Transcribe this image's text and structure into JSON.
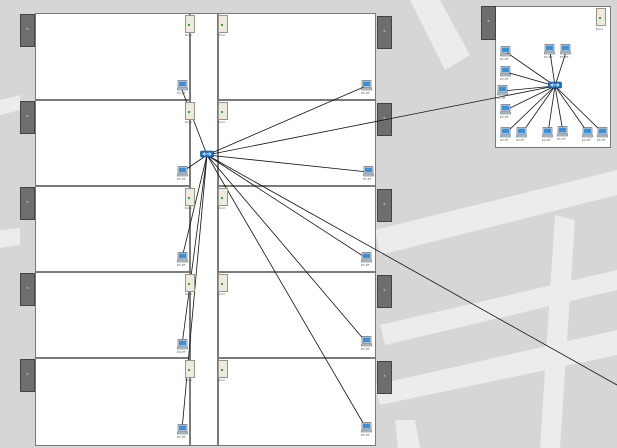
{
  "tab_label": "B",
  "door_label": "Door",
  "pc_label": "PC-PT",
  "colors": {
    "background": "#d7d7d7",
    "road": "#ececec",
    "room": "#ffffff",
    "cable": "#111111",
    "switch": "#1e73c8"
  },
  "icons": {
    "pc": "pc-icon",
    "door": "door-icon",
    "switch": "switch-icon"
  }
}
